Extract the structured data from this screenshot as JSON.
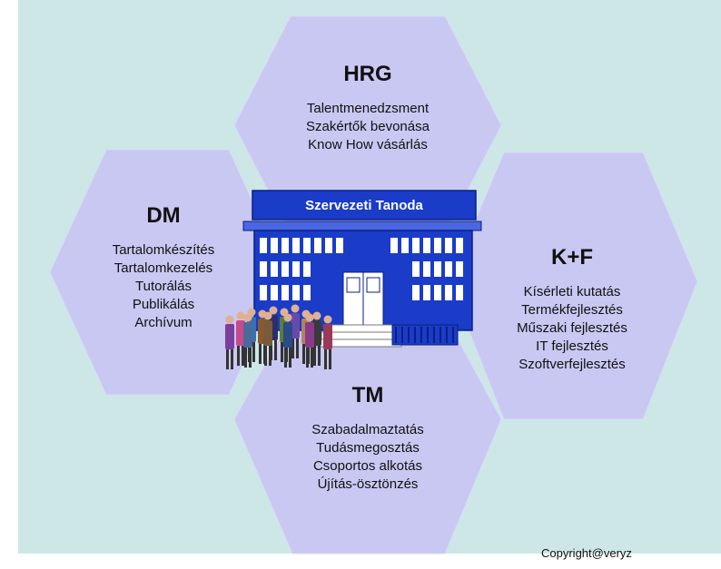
{
  "hexagons": {
    "hrg": {
      "title": "HRG",
      "items": [
        "Talentmenedzsment",
        "Szakértők bevonása",
        "Know How vásárlás"
      ]
    },
    "dm": {
      "title": "DM",
      "items": [
        "Tartalomkészítés",
        "Tartalomkezelés",
        "Tutorálás",
        "Publikálás",
        "Archívum"
      ]
    },
    "kf": {
      "title": "K+F",
      "items": [
        "Kísérleti kutatás",
        "Termékfejlesztés",
        "Műszaki fejlesztés",
        "IT fejlesztés",
        "Szoftverfejlesztés"
      ]
    },
    "tm": {
      "title": "TM",
      "items": [
        "Szabadalmaztatás",
        "Tudásmegosztás",
        "Csoportos alkotás",
        "Újítás-ösztönzés"
      ]
    }
  },
  "center": {
    "label": "Szervezeti Tanoda"
  },
  "footer": {
    "copyright": "Copyright@veryz"
  },
  "colors": {
    "background": "#cde7e7",
    "hex_fill": "#c8c8f2",
    "building": "#1a3cc8",
    "window": "#ffffff"
  }
}
